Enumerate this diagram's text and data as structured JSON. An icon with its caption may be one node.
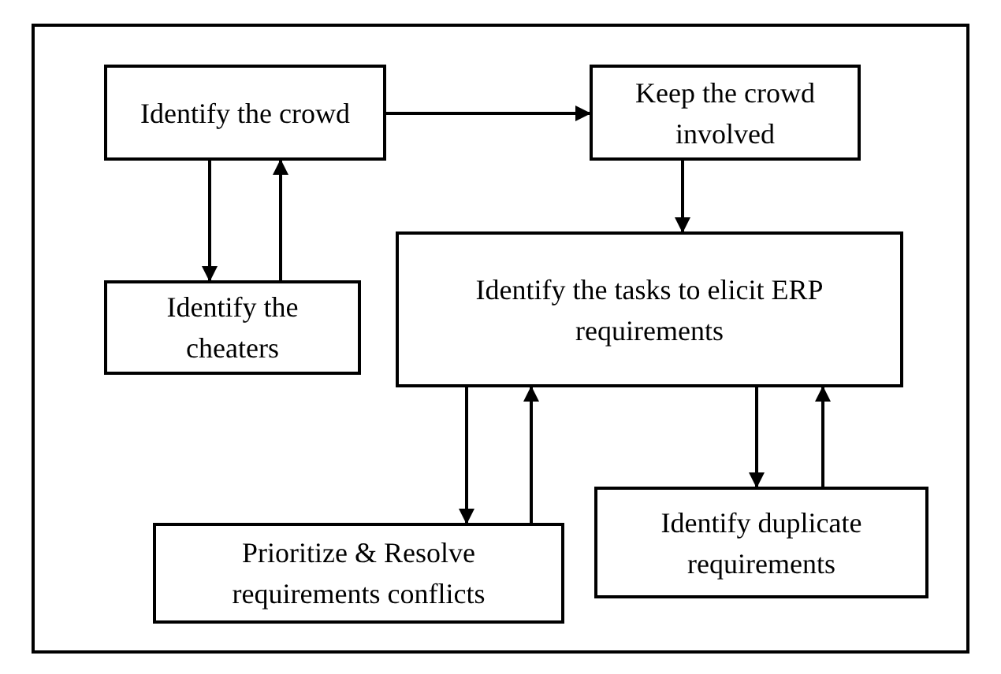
{
  "diagram": {
    "nodes": [
      {
        "text": [
          "Identify the crowd"
        ]
      },
      {
        "text": [
          "Keep the crowd involved"
        ]
      },
      {
        "text": [
          "Identify the cheaters"
        ]
      },
      {
        "text": [
          "Identify the tasks to elicit ERP requirements"
        ]
      },
      {
        "text": [
          "Prioritize & Resolve requirements conflicts"
        ]
      },
      {
        "text": [
          "Identify duplicate requirements"
        ]
      }
    ],
    "edges": [
      {
        "from": 0,
        "to": 1,
        "arrow": "to"
      },
      {
        "from": 0,
        "to": 2,
        "arrow": "to"
      },
      {
        "from": 2,
        "to": 0,
        "arrow": "to"
      },
      {
        "from": 1,
        "to": 3,
        "arrow": "to"
      },
      {
        "from": 3,
        "to": 4,
        "arrow": "to"
      },
      {
        "from": 4,
        "to": 3,
        "arrow": "to"
      },
      {
        "from": 3,
        "to": 5,
        "arrow": "to"
      },
      {
        "from": 5,
        "to": 3,
        "arrow": "to"
      }
    ]
  }
}
